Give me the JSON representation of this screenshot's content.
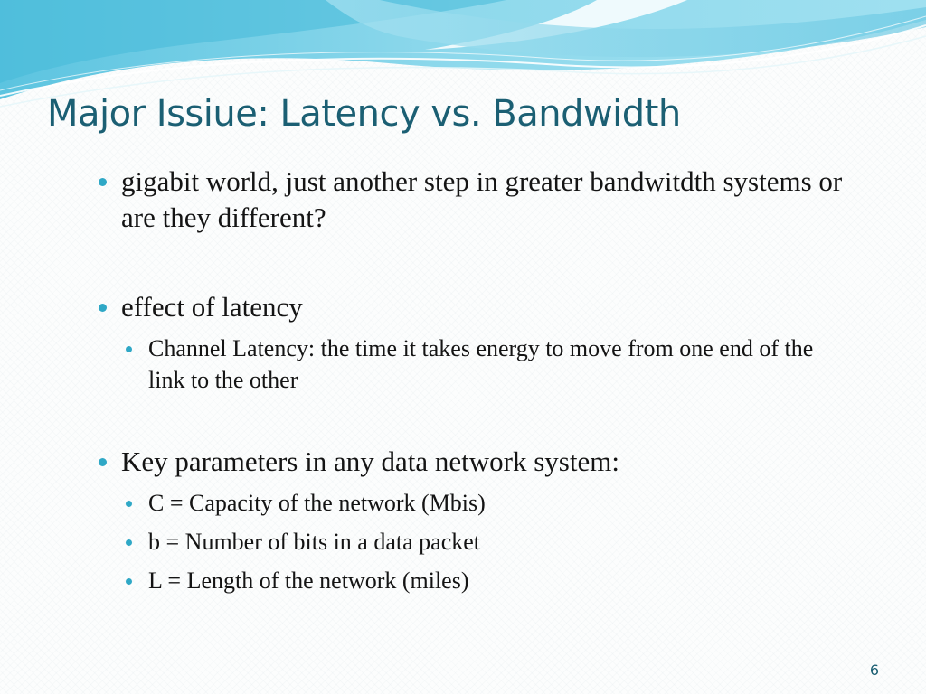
{
  "slide": {
    "title": "Major Issiue: Latency vs. Bandwidth",
    "page_number": "6",
    "bullets": [
      {
        "level": 1,
        "text": "gigabit world, just another step in greater bandwitdth systems or are they different?"
      },
      {
        "level": 1,
        "text": "effect of latency"
      },
      {
        "level": 2,
        "text": "Channel Latency: the time it takes energy to move from one end of the link to the other"
      },
      {
        "level": 1,
        "text": "Key parameters in any data network system:"
      },
      {
        "level": 2,
        "text": "C = Capacity of the network (Mbis)"
      },
      {
        "level": 2,
        "text": "b = Number of bits in a data packet"
      },
      {
        "level": 2,
        "text": "L = Length of the network (miles)"
      }
    ]
  },
  "theme": {
    "title_color": "#1b5f73",
    "bullet_color": "#2fa8c6",
    "body_text_color": "#141414",
    "wave_colors": [
      "#7fd0e6",
      "#3fb5d6",
      "#bfe8f2",
      "#ffffff"
    ]
  }
}
